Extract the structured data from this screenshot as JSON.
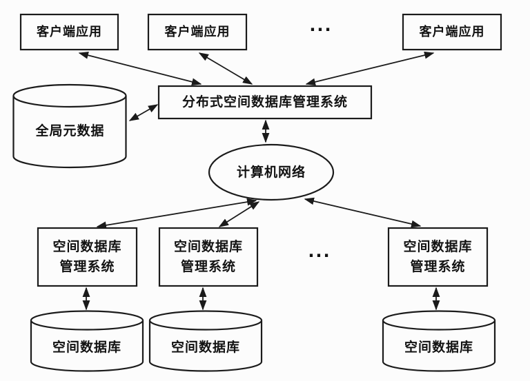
{
  "diagram_type": "architecture-diagram",
  "colors": {
    "line": "#1b1b1b",
    "background": "#fcfcfc",
    "text": "#121212"
  },
  "nodes": {
    "clients": [
      {
        "label": "客户端应用"
      },
      {
        "label": "客户端应用"
      },
      {
        "label": "客户端应用"
      }
    ],
    "clients_ellipsis": "...",
    "dsdbms": {
      "label": "分布式空间数据库管理系统"
    },
    "global_metadata": {
      "label": "全局元数据"
    },
    "network": {
      "label": "计算机网络"
    },
    "sdbms": [
      {
        "line1": "空间数据库",
        "line2": "管理系统"
      },
      {
        "line1": "空间数据库",
        "line2": "管理系统"
      },
      {
        "line1": "空间数据库",
        "line2": "管理系统"
      }
    ],
    "sdbms_ellipsis": "...",
    "databases": [
      {
        "label": "空间数据库"
      },
      {
        "label": "空间数据库"
      },
      {
        "label": "空间数据库"
      }
    ]
  },
  "edges": [
    "client-1 <-> dsdbms",
    "client-2 <-> dsdbms",
    "client-3 <-> dsdbms",
    "global-metadata <-> dsdbms",
    "dsdbms <-> network",
    "network <-> sdbms-1",
    "network <-> sdbms-2",
    "network <-> sdbms-3",
    "sdbms-1 <-> database-1",
    "sdbms-2 <-> database-2",
    "sdbms-3 <-> database-3"
  ]
}
